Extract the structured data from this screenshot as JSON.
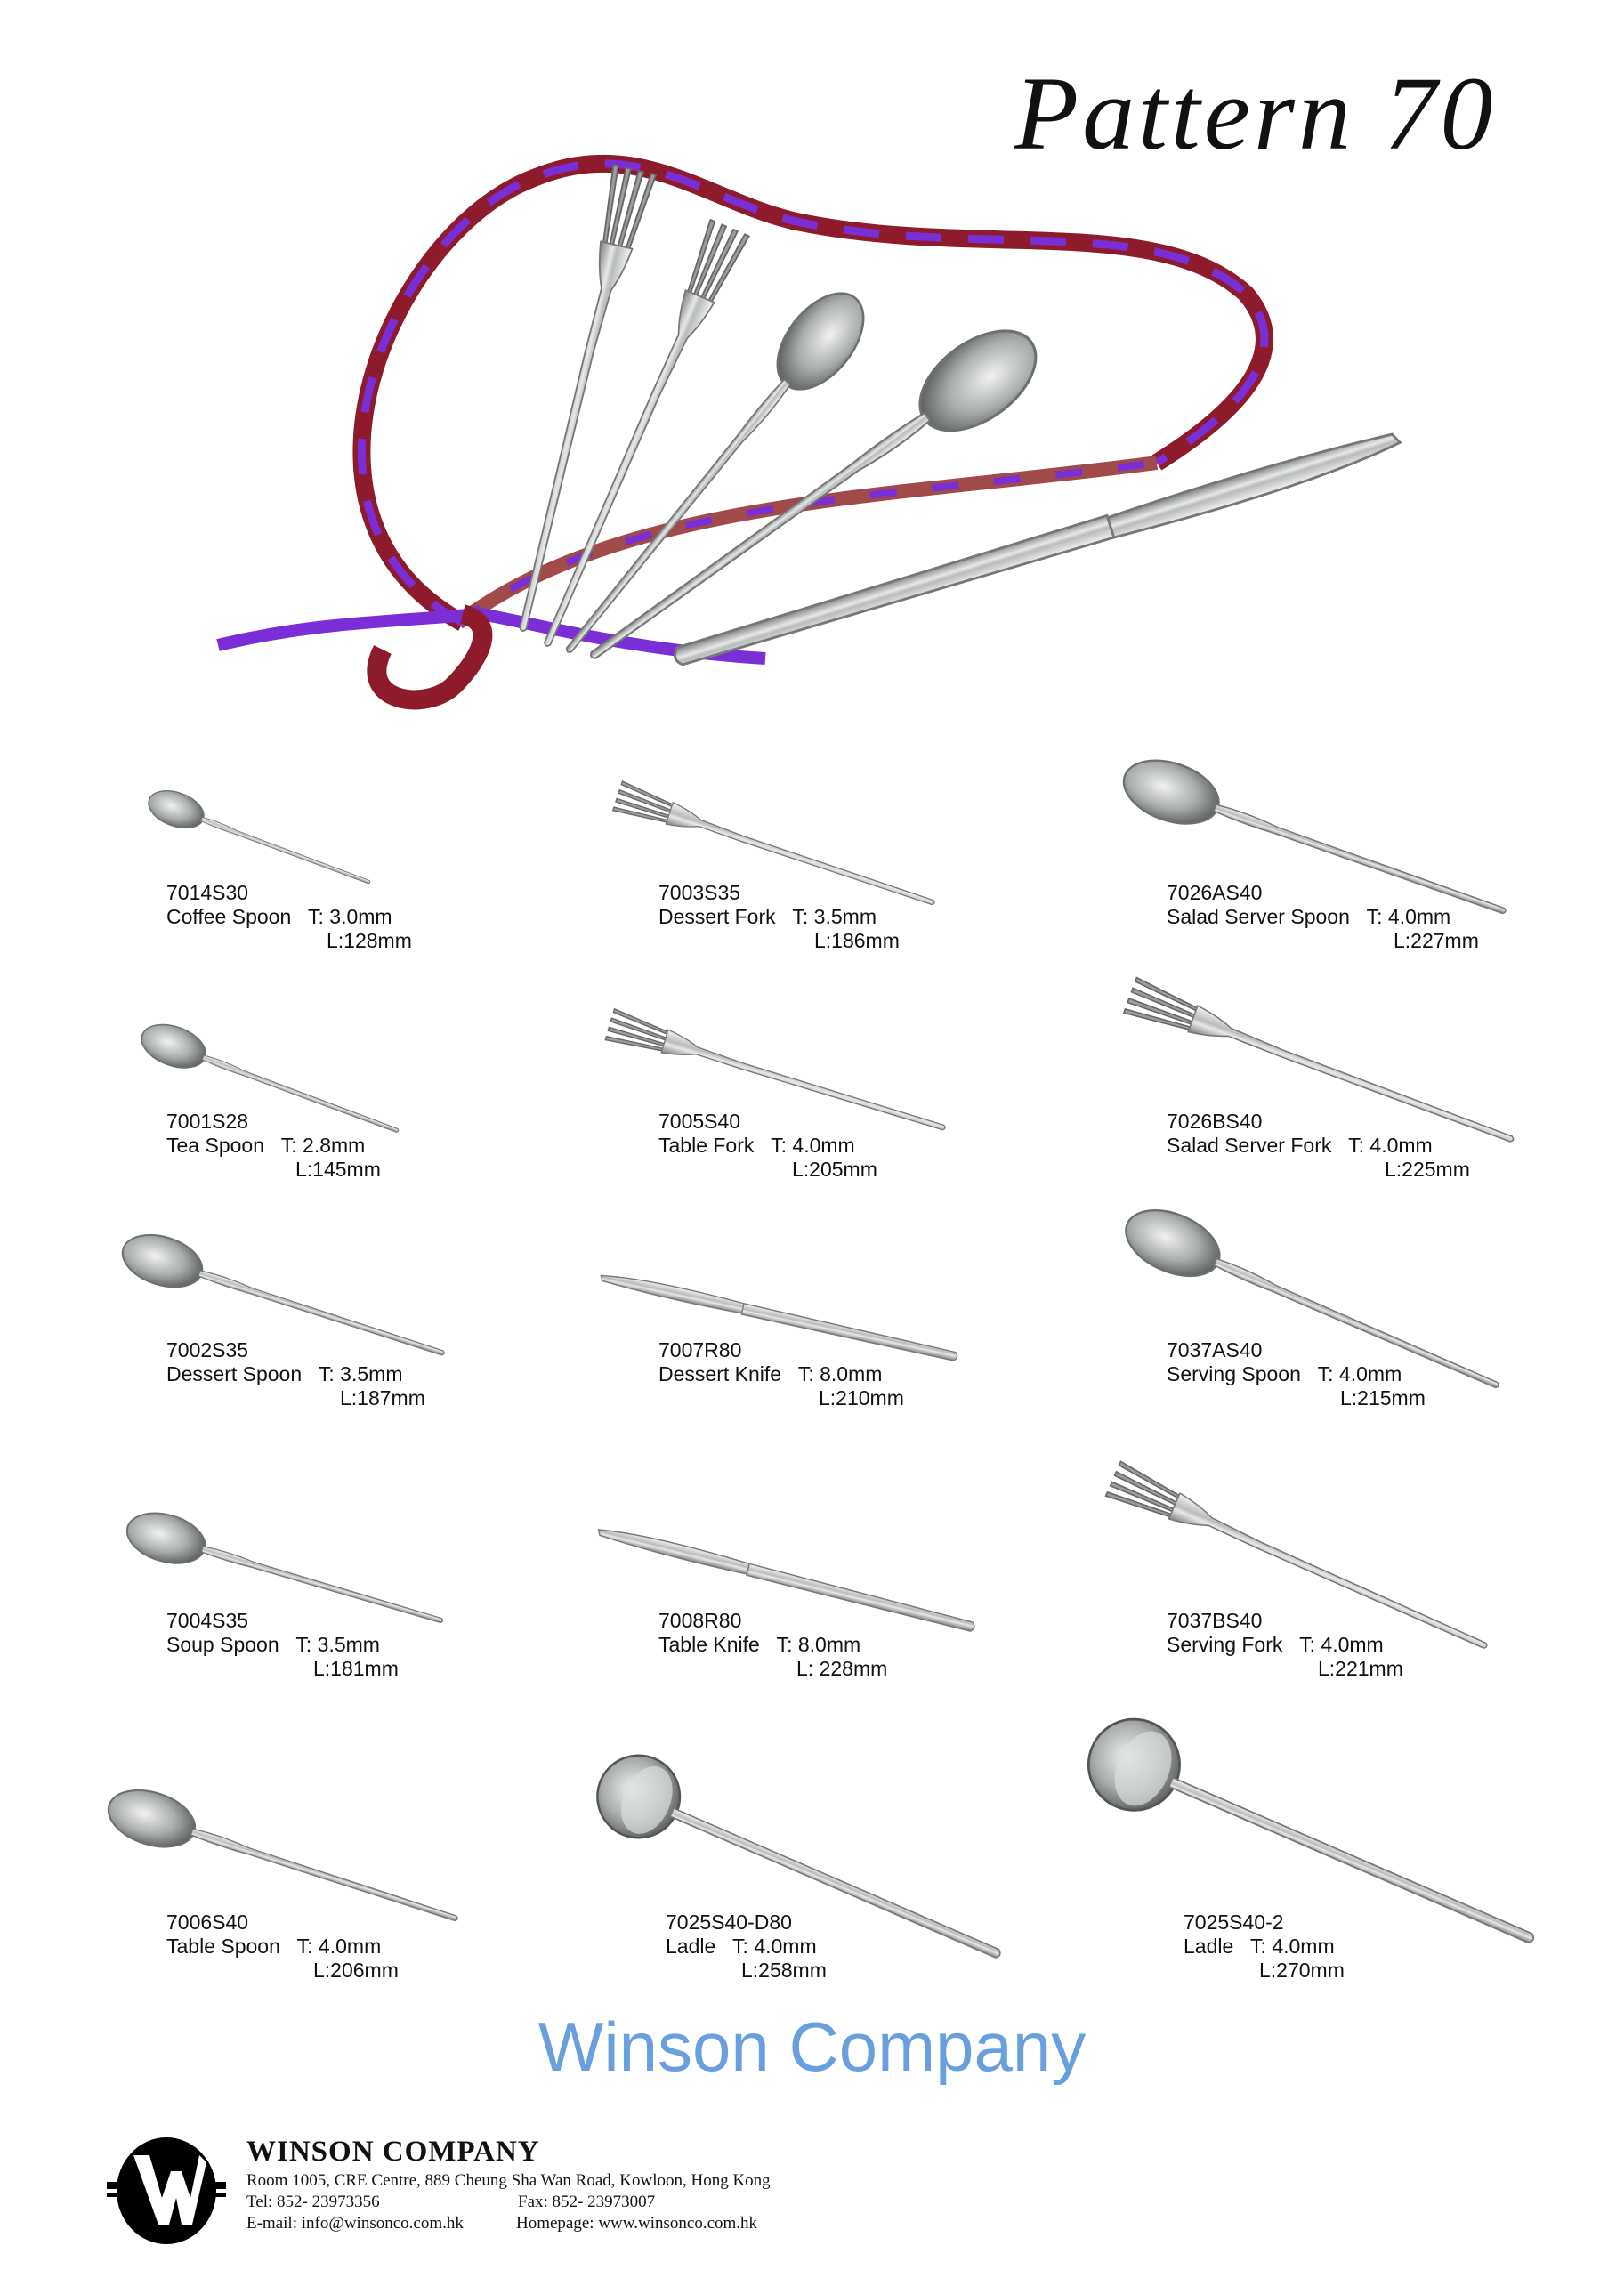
{
  "title": "Pattern 70",
  "watermark": "Winson Company",
  "items": [
    {
      "code": "7014S30",
      "name": "Coffee Spoon",
      "t": "T: 3.0mm",
      "l": "L:128mm",
      "type": "spoon"
    },
    {
      "code": "7003S35",
      "name": "Dessert Fork",
      "t": "T: 3.5mm",
      "l": "L:186mm",
      "type": "fork"
    },
    {
      "code": "7026AS40",
      "name": "Salad Server Spoon",
      "t": "T: 4.0mm",
      "l": "L:227mm",
      "type": "spoon"
    },
    {
      "code": "7001S28",
      "name": "Tea Spoon",
      "t": "T: 2.8mm",
      "l": "L:145mm",
      "type": "spoon"
    },
    {
      "code": "7005S40",
      "name": "Table Fork",
      "t": "T: 4.0mm",
      "l": "L:205mm",
      "type": "fork"
    },
    {
      "code": "7026BS40",
      "name": "Salad Server Fork",
      "t": "T: 4.0mm",
      "l": "L:225mm",
      "type": "fork"
    },
    {
      "code": "7002S35",
      "name": "Dessert Spoon",
      "t": "T: 3.5mm",
      "l": "L:187mm",
      "type": "spoon"
    },
    {
      "code": "7007R80",
      "name": "Dessert Knife",
      "t": "T: 8.0mm",
      "l": "L:210mm",
      "type": "knife"
    },
    {
      "code": "7037AS40",
      "name": "Serving Spoon",
      "t": "T: 4.0mm",
      "l": "L:215mm",
      "type": "spoon"
    },
    {
      "code": "7004S35",
      "name": "Soup Spoon",
      "t": "T: 3.5mm",
      "l": "L:181mm",
      "type": "spoon"
    },
    {
      "code": "7008R80",
      "name": "Table Knife",
      "t": "T: 8.0mm",
      "l": "L: 228mm",
      "type": "knife"
    },
    {
      "code": "7037BS40",
      "name": "Serving Fork",
      "t": "T: 4.0mm",
      "l": "L:221mm",
      "type": "fork"
    },
    {
      "code": "7006S40",
      "name": "Table Spoon",
      "t": "T: 4.0mm",
      "l": "L:206mm",
      "type": "spoon"
    },
    {
      "code": "7025S40-D80",
      "name": "Ladle",
      "t": "T: 4.0mm",
      "l": "L:258mm",
      "type": "ladle"
    },
    {
      "code": "7025S40-2",
      "name": "Ladle",
      "t": "T: 4.0mm",
      "l": "L:270mm",
      "type": "ladle"
    }
  ],
  "footer": {
    "company": "WINSON COMPANY",
    "address": "Room 1005, CRE Centre, 889 Cheung Sha Wan Road, Kowloon, Hong Kong",
    "tel": "Tel: 852- 23973356",
    "fax": "Fax: 852- 23973007",
    "email": "E-mail: info@winsonco.com.hk",
    "homepage": "Homepage: www.winsonco.com.hk"
  },
  "colors": {
    "ribbon_purple": "#7a2fd6",
    "ribbon_red": "#8e1b2c",
    "watermark": "#4f8fd6"
  }
}
